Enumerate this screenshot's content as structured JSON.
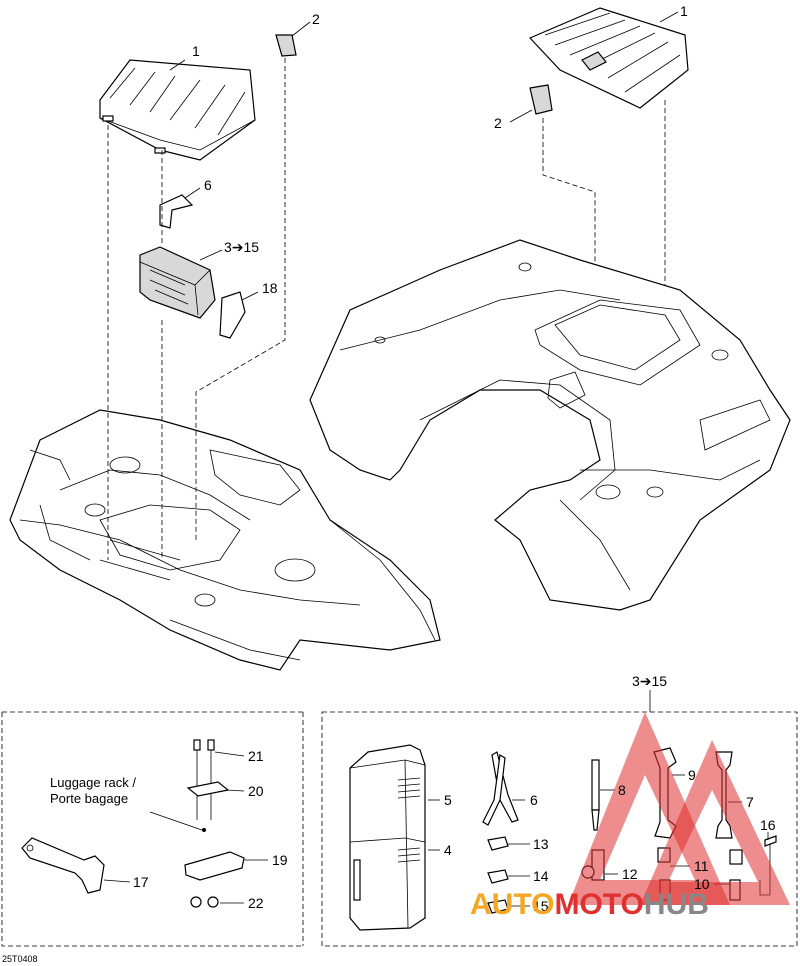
{
  "callouts": {
    "c1a": "1",
    "c2a": "2",
    "c6a": "6",
    "c3to15a": "3➔15",
    "c18": "18",
    "c1b": "1",
    "c2b": "2",
    "c3to15b": "3➔15",
    "c5": "5",
    "c4": "4",
    "c6b": "6",
    "c7": "7",
    "c8": "8",
    "c9": "9",
    "c10": "10",
    "c11": "11",
    "c12": "12",
    "c13": "13",
    "c14": "14",
    "c15": "15",
    "c16": "16",
    "c17": "17",
    "c19": "19",
    "c20": "20",
    "c21": "21",
    "c22": "22"
  },
  "note": {
    "line1": "Luggage rack /",
    "line2": "Porte bagage"
  },
  "figure_code": "25T0408",
  "watermark": {
    "part1": "AUTO",
    "part2": "MOTO",
    "part3": "HUB",
    "colors": {
      "red": "#e03030",
      "orange": "#f5a623",
      "gray": "#888888"
    }
  }
}
